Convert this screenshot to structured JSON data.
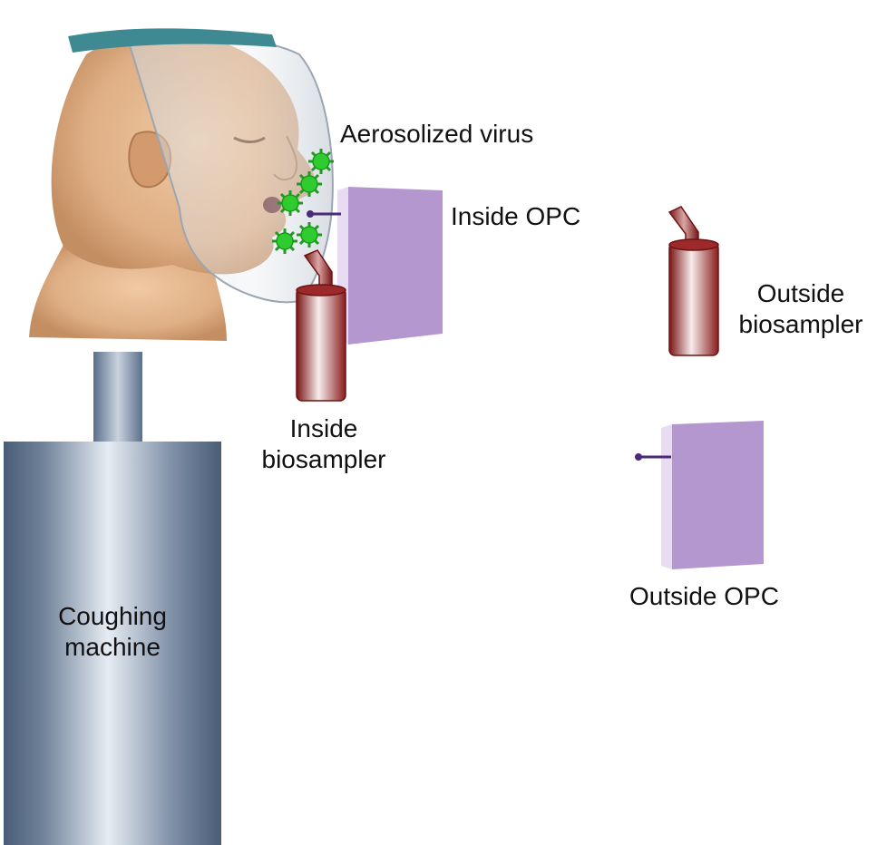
{
  "labels": {
    "aerosolized_virus": "Aerosolized virus",
    "inside_opc": "Inside OPC",
    "inside_biosampler_line1": "Inside",
    "inside_biosampler_line2": "biosampler",
    "outside_biosampler_line1": "Outside",
    "outside_biosampler_line2": "biosampler",
    "outside_opc": "Outside OPC",
    "coughing_machine_line1": "Coughing",
    "coughing_machine_line2": "machine"
  },
  "colors": {
    "skin": "#e2b48a",
    "face_shield_band": "#3f8a92",
    "virus": "#2ecc2e",
    "opc_front": "#b497cf",
    "opc_side": "#e8dcf3",
    "biosampler": "#8e1d1d",
    "machine": "#6f8299",
    "probe": "#4b2a78"
  },
  "icons": {
    "virus": "virus-particle-icon",
    "opc": "optical-particle-counter-icon",
    "biosampler": "biosampler-icon",
    "head": "mannequin-head-icon",
    "machine": "coughing-machine-icon"
  }
}
